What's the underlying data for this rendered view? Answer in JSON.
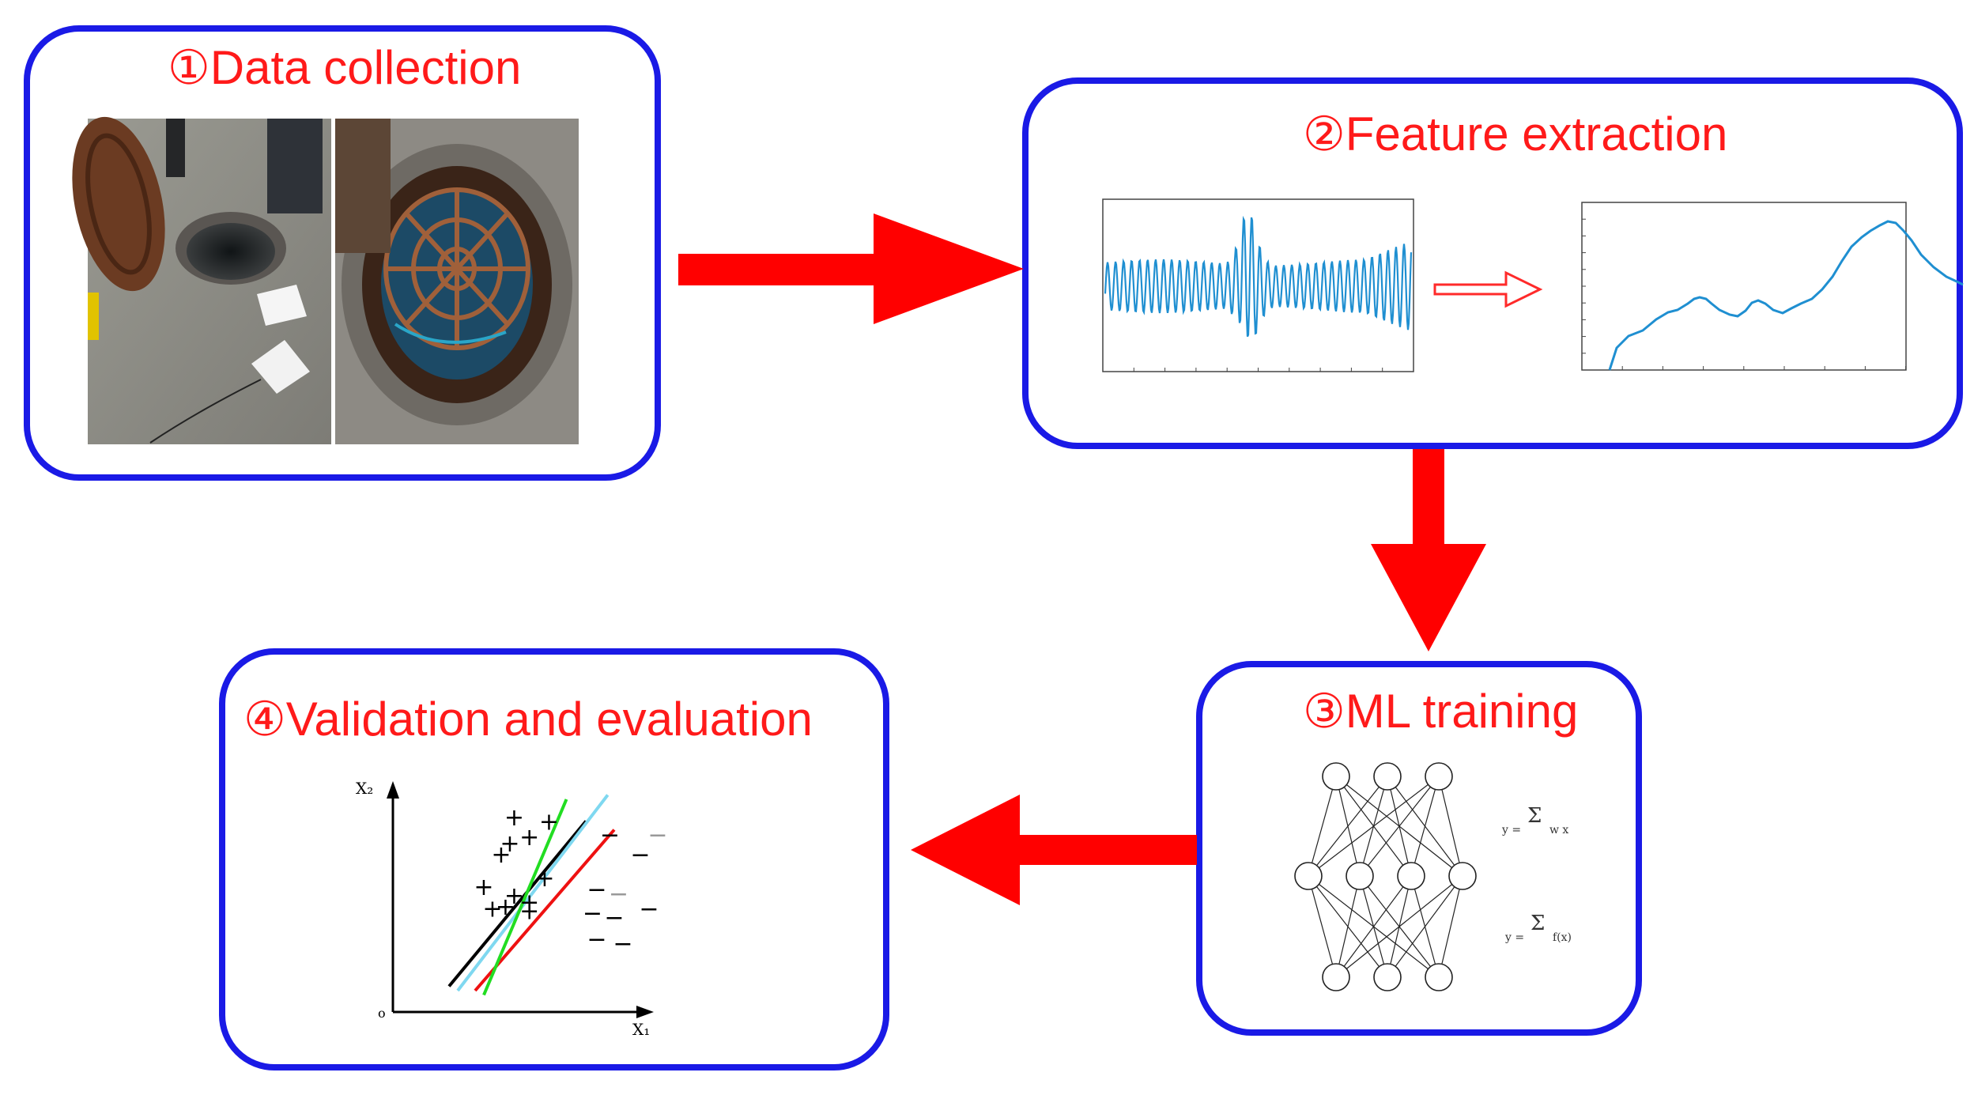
{
  "panels": [
    {
      "id": "p1",
      "title": "①Data collection"
    },
    {
      "id": "p2",
      "title": "②Feature extraction"
    },
    {
      "id": "p3",
      "title": "③ML training"
    },
    {
      "id": "p4",
      "title": "④Validation and evaluation"
    }
  ],
  "svm_plot": {
    "x_axis_label": "X₁",
    "y_axis_label": "X₂",
    "origin_label": "o",
    "plus_symbol": "+",
    "minus_symbol": "−",
    "plus_points": [
      [
        -1.6,
        -0.4
      ],
      [
        -1.4,
        -0.9
      ],
      [
        -1.0,
        0.6
      ],
      [
        -0.9,
        -0.6
      ],
      [
        -0.55,
        -0.75
      ],
      [
        -0.9,
        1.2
      ],
      [
        -0.55,
        0.75
      ],
      [
        -0.1,
        1.1
      ],
      [
        -1.2,
        0.35
      ],
      [
        -0.2,
        -0.2
      ],
      [
        -0.55,
        -0.95
      ],
      [
        -1.1,
        -0.85
      ]
    ],
    "minus_points": [
      [
        1.3,
        0.8
      ],
      [
        2.0,
        0.35
      ],
      [
        1.0,
        -0.45
      ],
      [
        1.4,
        -1.1
      ],
      [
        0.9,
        -1.0
      ],
      [
        1.0,
        -1.6
      ],
      [
        1.6,
        -1.7
      ],
      [
        2.2,
        -0.9
      ]
    ],
    "grey_minus_points": [
      [
        2.4,
        0.8
      ],
      [
        1.5,
        -0.55
      ]
    ],
    "lines": [
      {
        "color": "#000000"
      },
      {
        "color": "#7fd8f0"
      },
      {
        "color": "#ee1111"
      },
      {
        "color": "#22dd22"
      }
    ]
  },
  "colors": {
    "panel_border": "#1a1ae6",
    "title": "#ff1a1a",
    "arrow": "#ff0000",
    "signal": "#1f8fd1"
  }
}
